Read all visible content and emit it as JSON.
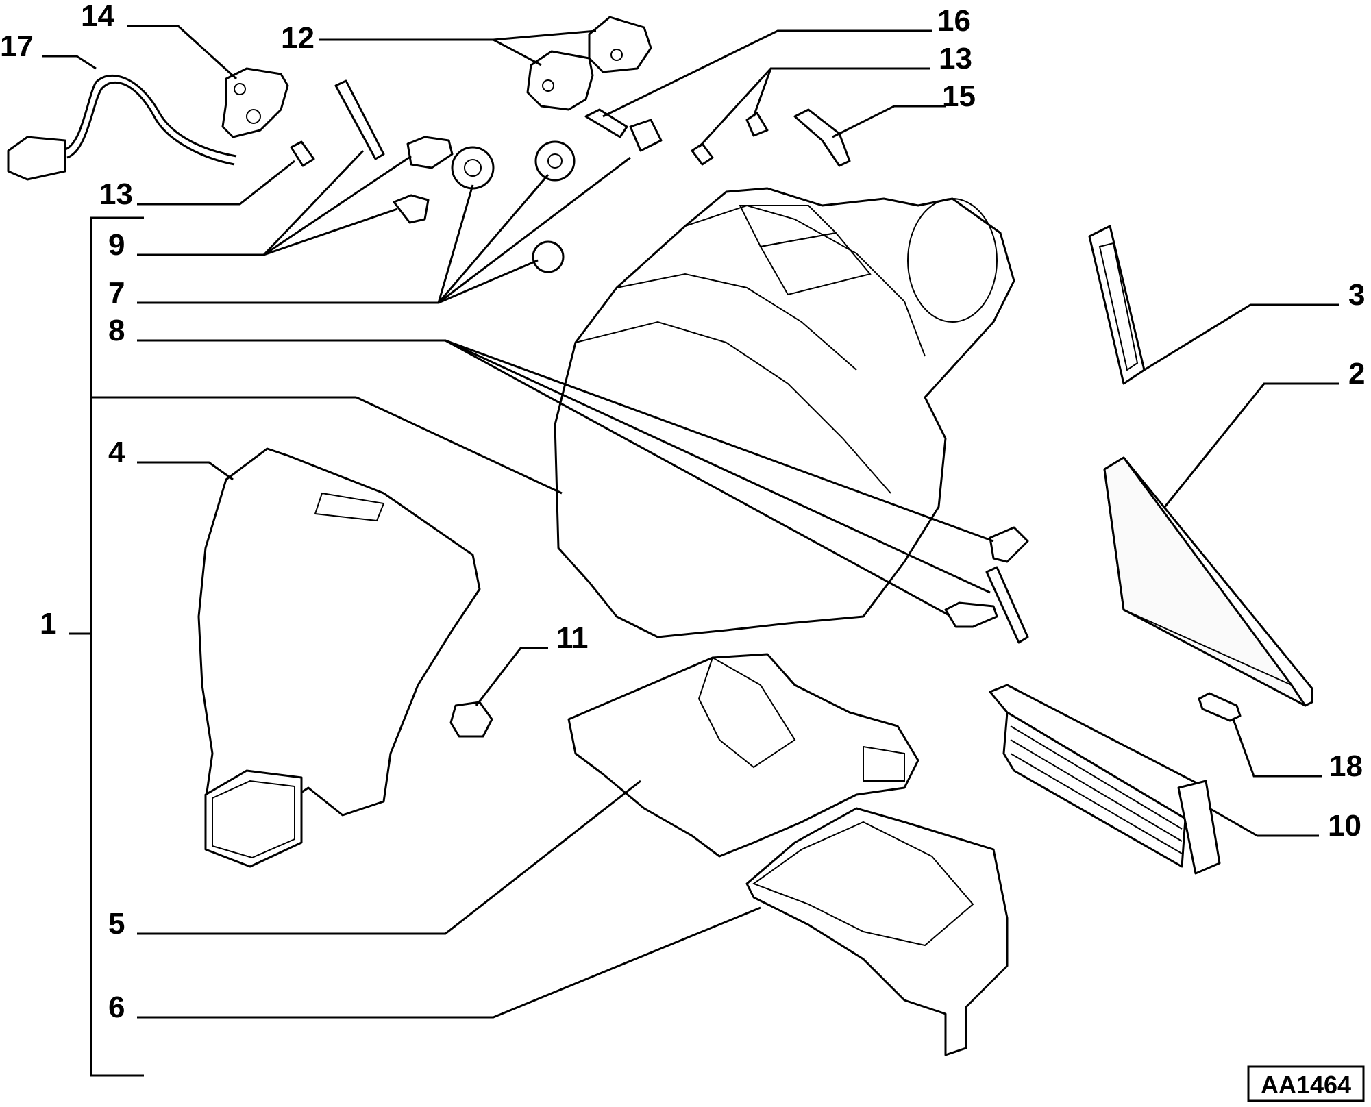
{
  "callouts": {
    "c1": "1",
    "c2": "2",
    "c3": "3",
    "c4": "4",
    "c5": "5",
    "c6": "6",
    "c7": "7",
    "c8": "8",
    "c9": "9",
    "c10": "10",
    "c11": "11",
    "c12": "12",
    "c13a": "13",
    "c13b": "13",
    "c14": "14",
    "c15": "15",
    "c16": "16",
    "c17": "17",
    "c18": "18"
  },
  "drawing_code": "AA1464"
}
